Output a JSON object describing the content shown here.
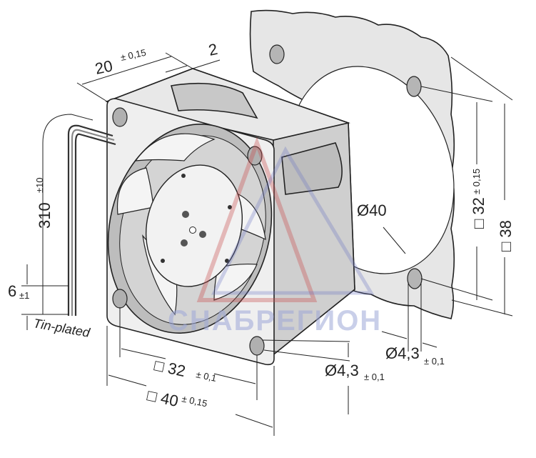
{
  "dimensions": {
    "depth": "20",
    "depth_tol": "± 0,15",
    "step": "2",
    "lead_len": "310",
    "lead_tol": "±10",
    "strip": "6",
    "strip_tol": "±1",
    "tin_label": "Tin-plated",
    "hole_spacing_front": "□ 32",
    "hole_spacing_front_tol": "± 0,1",
    "frame_size": "□ 40",
    "frame_size_tol": "± 0,15",
    "hole_dia_front": "Ø4,3",
    "hole_dia_front_tol": "± 0,1",
    "hole_dia_gasket": "Ø4,3",
    "hole_dia_gasket_tol": "± 0,1",
    "opening": "Ø40",
    "gasket_spacing": "□ 32",
    "gasket_spacing_tol": "± 0,15",
    "gasket_size": "□ 38"
  },
  "watermark": "СНАБРЕГИОН"
}
